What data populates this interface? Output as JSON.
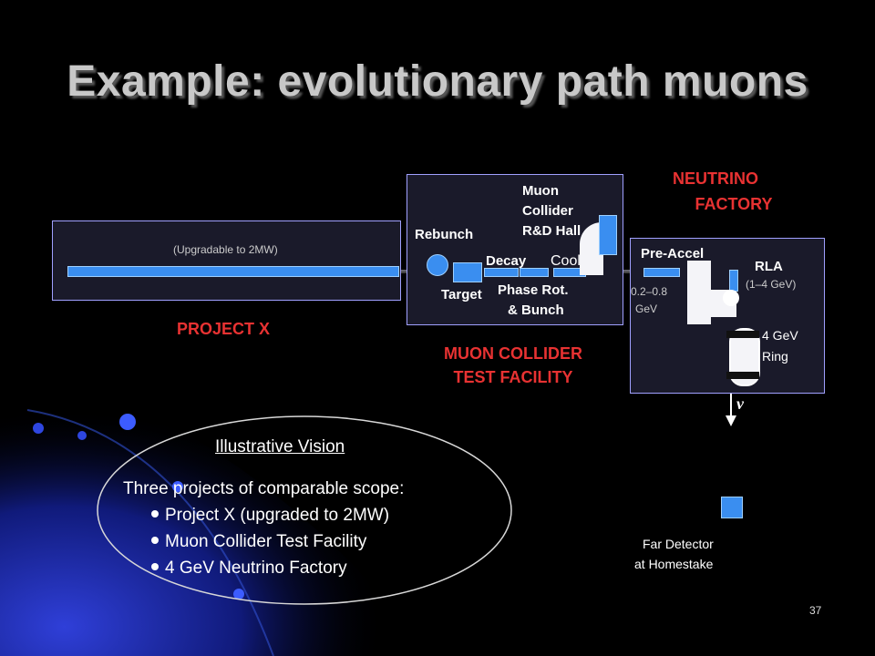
{
  "title": "Example: evolutionary path muons",
  "project_x": {
    "label": "PROJECT X",
    "note": "(Upgradable to 2MW)"
  },
  "muon_facility": {
    "rebunch": "Rebunch",
    "target": "Target",
    "decay": "Decay",
    "cool": "Cool",
    "phase_rot": "Phase Rot.",
    "bunch": "& Bunch",
    "hall_line1": "Muon",
    "hall_line2": "Collider",
    "hall_line3": "R&D Hall",
    "label_line1": "MUON COLLIDER",
    "label_line2": "TEST FACILITY"
  },
  "neutrino_factory": {
    "label_line1": "NEUTRINO",
    "label_line2": "FACTORY",
    "pre_accel": "Pre-Accel",
    "pre_accel_energy_line1": "0.2–0.8",
    "pre_accel_energy_line2": "GeV",
    "rla": "RLA",
    "rla_energy": "(1–4 GeV)",
    "ring_line1": "4 GeV",
    "ring_line2": "Ring",
    "nu_symbol": "ν"
  },
  "far_detector": {
    "line1": "Far Detector",
    "line2": "at Homestake"
  },
  "vision": {
    "heading": "Illustrative Vision",
    "intro": "Three projects of comparable scope:",
    "items": [
      "Project X (upgraded to 2MW)",
      "Muon Collider Test Facility",
      "4 GeV Neutrino Factory"
    ]
  },
  "slide_number": "37",
  "colors": {
    "accent_red": "#e83232",
    "element_blue": "#3a8ef0",
    "title_gray": "#c8c8c8"
  }
}
